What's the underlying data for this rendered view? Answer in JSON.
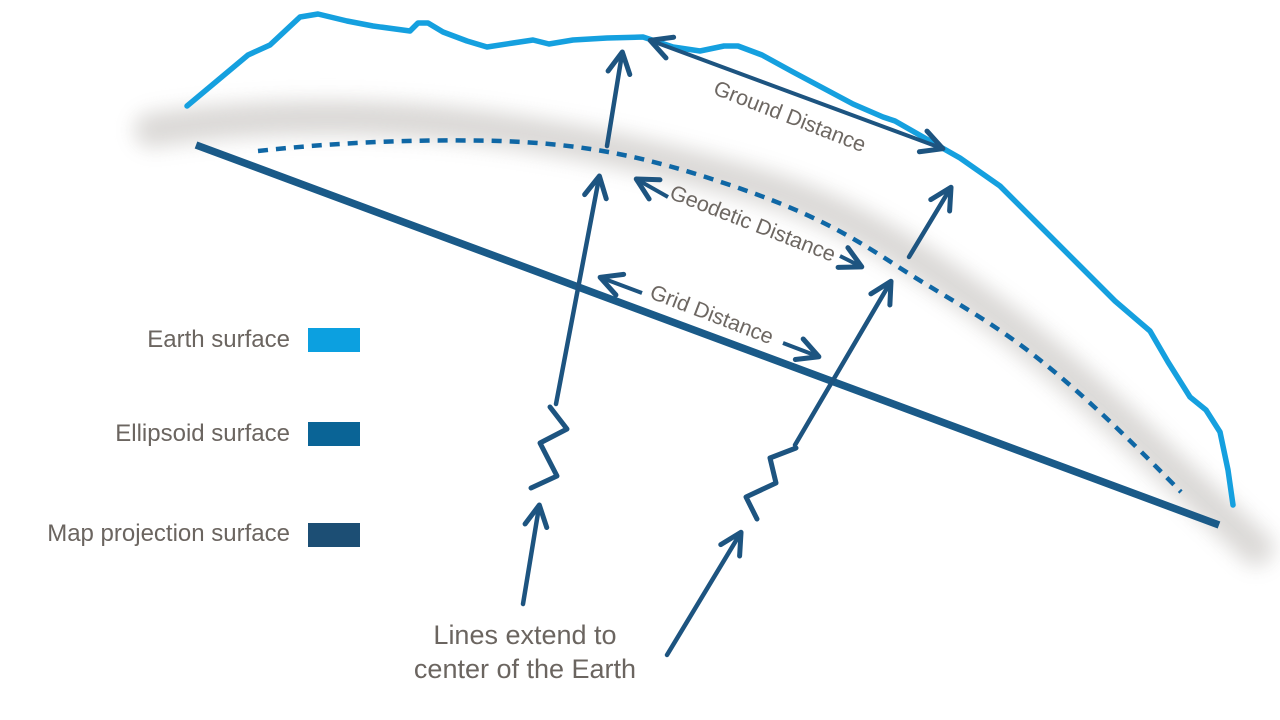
{
  "legend": {
    "items": [
      {
        "id": "earth-surface",
        "label": "Earth surface",
        "color": "#0CA0E0"
      },
      {
        "id": "ellipsoid-surface",
        "label": "Ellipsoid surface",
        "color": "#0A6496"
      },
      {
        "id": "map-projection-surface",
        "label": "Map projection surface",
        "color": "#1C4E74"
      }
    ]
  },
  "labels": {
    "ground_distance": "Ground Distance",
    "geodetic_distance": "Geodetic Distance",
    "grid_distance": "Grid Distance"
  },
  "caption": {
    "line1": "Lines extend to",
    "line2": "center of the Earth"
  },
  "colors": {
    "earth_surface_line": "#15A0DF",
    "ellipsoid_line": "#0F67A5",
    "map_projection_line": "#1A5A88",
    "arrow": "#1D5480",
    "label_text": "#6D6762",
    "shadow": "#C9C6C3",
    "background": "#FFFFFF"
  }
}
